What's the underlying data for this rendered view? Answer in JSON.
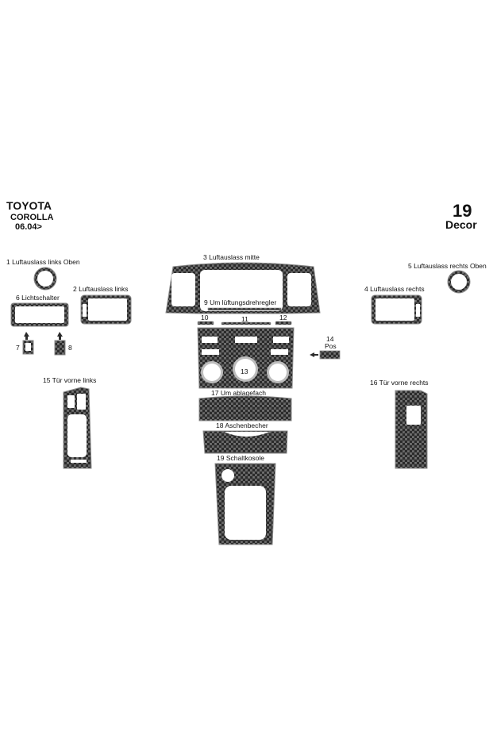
{
  "header": {
    "brand": "TOYOTA",
    "model": "COROLLA",
    "year": "06.04>",
    "piece_count": "19",
    "product": "Decor"
  },
  "labels": {
    "p1": "1  Luftauslass links  Oben",
    "p2": "2 Luftauslass links",
    "p3": "3  Luftauslass mitte",
    "p4": "4 Luftauslass rechts",
    "p5": "5 Luftauslass rechts Oben",
    "p6": "6 Lichtschalter",
    "p7": "7",
    "p8": "8",
    "p9": "9  Um lüftungsdrehregler",
    "p10": "10",
    "p11": "11",
    "p12": "12",
    "p13": "13",
    "p14a": "14",
    "p14b": "Pos",
    "p15": "15  Tür vorne links",
    "p16": "16 Tür vorne rechts",
    "p17": "17  Um ablagefach",
    "p18": "18 Aschenbecher",
    "p19": "19 Schaltkosole"
  },
  "colors": {
    "carbon_base": "#2b2b2b",
    "carbon_weave": "#6a6a6a",
    "outline": "#8a8a8a",
    "cutout": "#ffffff"
  }
}
